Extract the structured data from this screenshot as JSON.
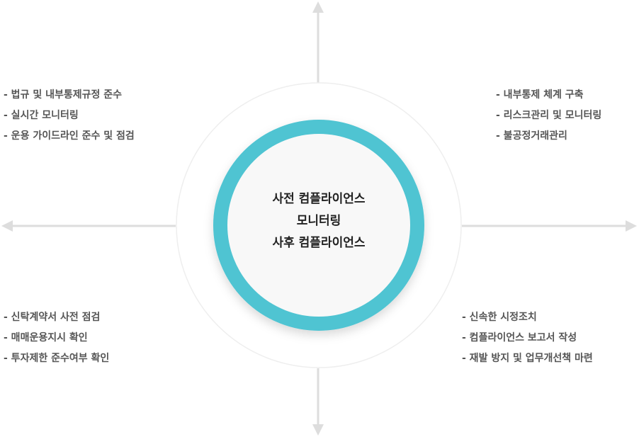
{
  "center": {
    "lines": [
      "사전 컴플라이언스",
      "모니터링",
      "사후 컴플라이언스"
    ]
  },
  "quadrants": {
    "top_left": [
      "- 법규 및 내부통제규정 준수",
      "- 실시간 모니터링",
      "- 운용 가이드라인 준수 및 점검"
    ],
    "top_right": [
      "- 내부통제 체계 구축",
      "- 리스크관리 및 모니터링",
      "- 불공정거래관리"
    ],
    "bottom_left": [
      "- 신탁계약서 사전 점검",
      "- 매매운용지시 확인",
      "- 투자제한 준수여부 확인"
    ],
    "bottom_right": [
      "- 신속한 시정조치",
      "- 컴플라이언스 보고서 작성",
      "- 재발 방지 및 업무개선책 마련"
    ]
  },
  "colors": {
    "ring": "#4fc4d2",
    "axis": "#dddddd",
    "outer_circle": "#eeeeee",
    "inner_fill": "#f8f8f8"
  }
}
